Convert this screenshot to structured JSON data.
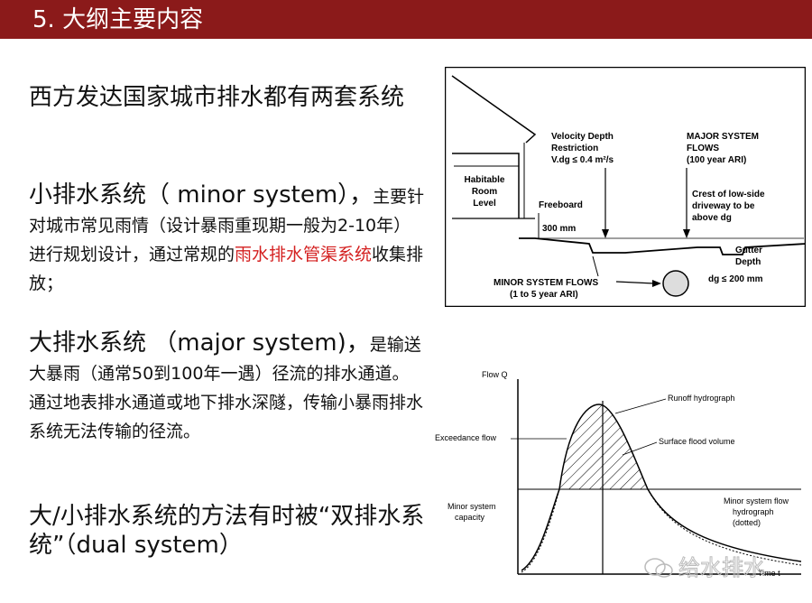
{
  "title": "5. 大纲主要内容",
  "paragraphs": {
    "p1": "西方发达国家城市排水都有两套系统",
    "p2_big": "小排水系统（ minor system），",
    "p2_small_a": "主要针对城市常见雨情（设计暴雨重现期一般为2-10年）进行规划设计，通过常规的",
    "p2_red": "雨水排水管渠系统",
    "p2_small_b": "收集排放；",
    "p3_big": "大排水系统 （major system)，",
    "p3_small": "是输送大暴雨（通常50到100年一遇）径流的排水通道。通过地表排水通道或地下排水深隧，传输小暴雨排水系统无法传输的径流。",
    "p4": "大/小排水系统的方法有时被“双排水系统”（dual system）"
  },
  "fig1": {
    "habitable": [
      "Habitable",
      "Room",
      "Level"
    ],
    "velocity": [
      "Velocity Depth",
      "Restriction",
      "V.dg ≤ 0.4 m²/s"
    ],
    "major": [
      "MAJOR SYSTEM",
      "FLOWS",
      "(100 year ARI)"
    ],
    "crest": [
      "Crest of low-side",
      "driveway to be",
      "above dg"
    ],
    "freeboard": "Freeboard",
    "depth300": "300 mm",
    "gutter": [
      "Gutter",
      "Depth"
    ],
    "dg200": "dg ≤ 200 mm",
    "minor": [
      "MINOR SYSTEM FLOWS",
      "(1 to 5 year ARI)"
    ]
  },
  "fig2": {
    "flow_q": "Flow Q",
    "time": "Time t",
    "runoff": "Runoff hydrograph",
    "exceedance": "Exceedance flow",
    "surface": "Surface flood volume",
    "minor_cap": [
      "Minor system",
      "capacity"
    ],
    "minor_hyd": [
      "Minor system flow",
      "hydrograph",
      "(dotted)"
    ]
  },
  "watermark": "给水排水",
  "colors": {
    "title_bg": "#8b1a1a",
    "highlight": "#d42020"
  }
}
